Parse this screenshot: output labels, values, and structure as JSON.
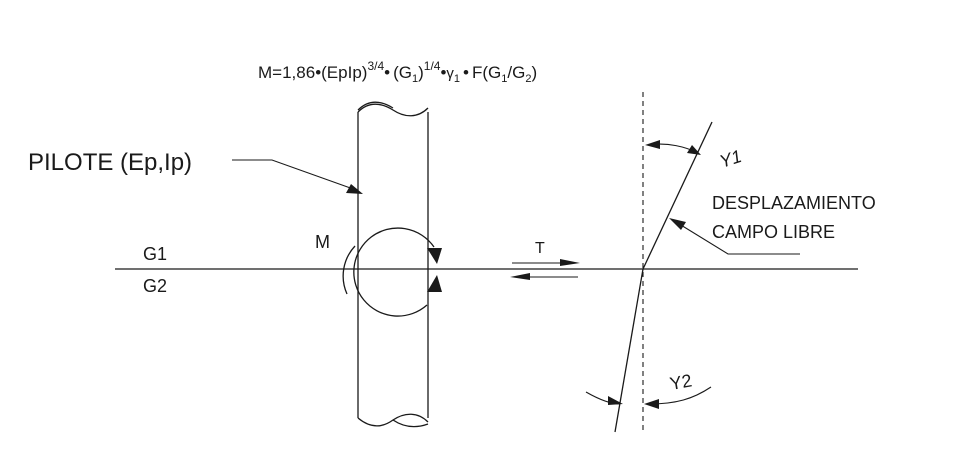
{
  "formula": {
    "m_eq": "M=1,86",
    "bullet": "•",
    "epip": "(EpIp)",
    "exp_34": "3/4",
    "g1_open": "(G",
    "g1_sub": "1",
    "g1_close": ")",
    "exp_14": "1/4",
    "gamma": "γ",
    "gamma_sub": "1",
    "f_open": "F(G",
    "f_sub1": "1",
    "f_slash": "/G",
    "f_sub2": "2",
    "f_close": ")"
  },
  "labels": {
    "pile": "PILOTE (Ep,Ip)",
    "moment": "M",
    "layer_top": "G1",
    "layer_bottom": "G2",
    "shear": "T",
    "gamma1": "Y1",
    "gamma2": "Y2",
    "displacement_line1": "DESPLAZAMIENTO",
    "displacement_line2": "CAMPO LIBRE"
  }
}
